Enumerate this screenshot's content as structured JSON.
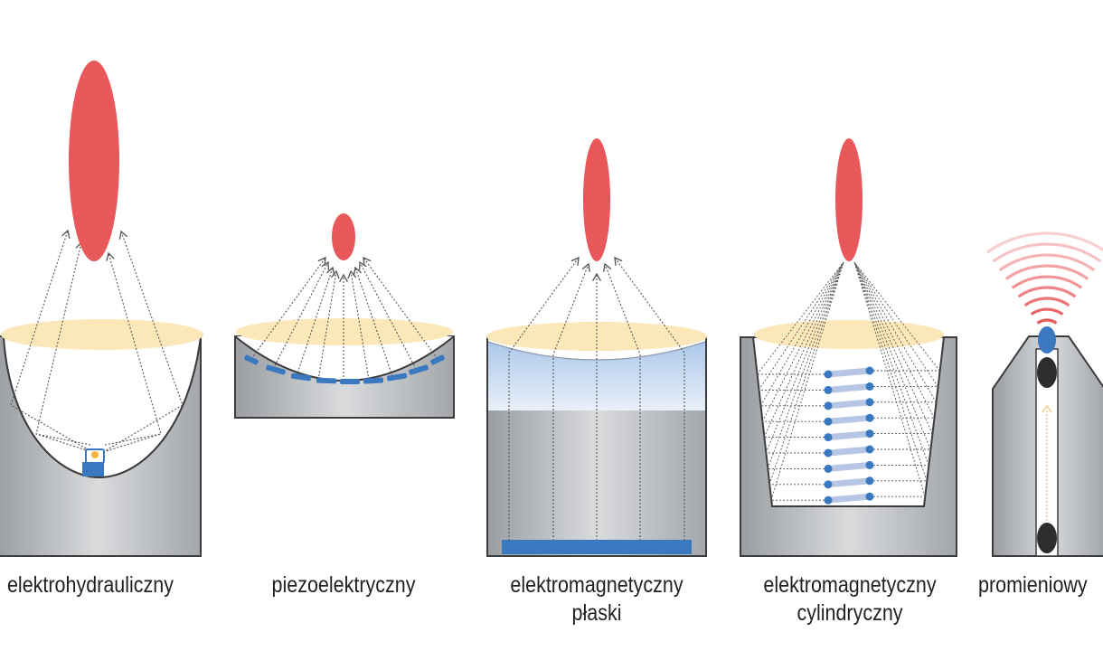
{
  "captions": {
    "electrohydraulic": "elektrohydrauliczny",
    "piezoelectric": "piezoelektryczny",
    "em_flat_line1": "elektromagnetyczny",
    "em_flat_line2": "płaski",
    "em_cyl_line1": "elektromagnetyczny",
    "em_cyl_line2": "cylindryczny",
    "radial": "promieniowy"
  },
  "colors": {
    "focus": "#e8575a",
    "source": "#3a78c0",
    "coupling_gel": "#fce7b8",
    "housing": "#b9bcc0",
    "outline": "#3c3c3c",
    "ray": "#555555",
    "waves": "#e8575a",
    "projectile": "#2d2d2d"
  }
}
